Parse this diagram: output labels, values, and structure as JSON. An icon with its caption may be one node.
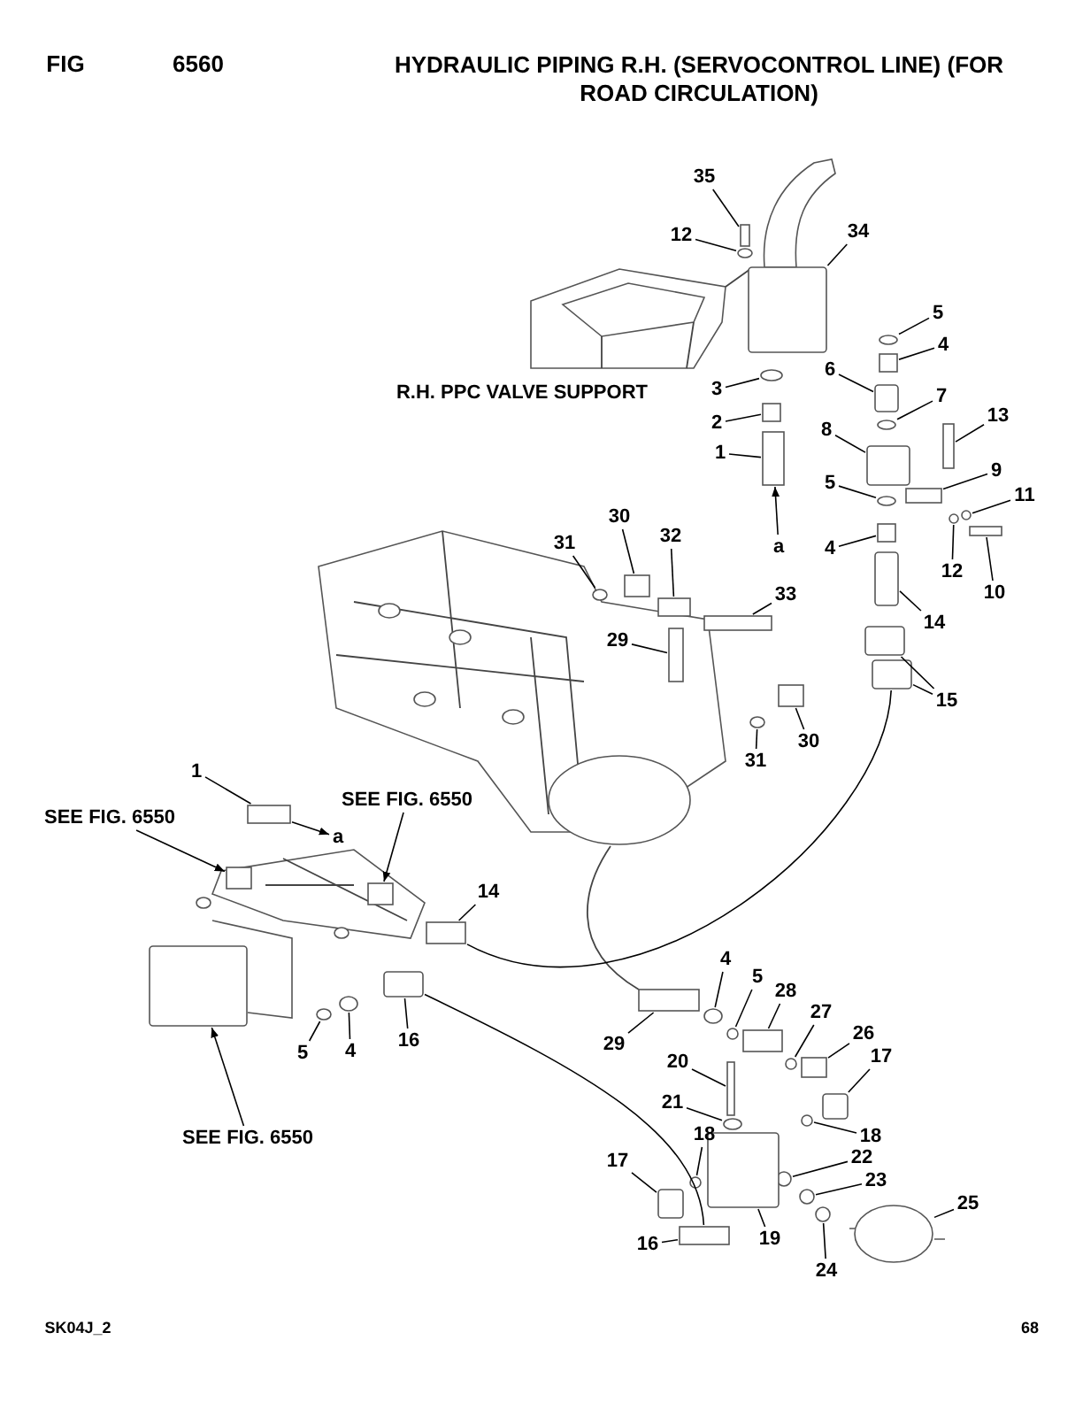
{
  "diagram": {
    "title": "HYDRAULIC PIPING R.H. (SERVOCONTROL LINE) (FOR ROAD CIRCULATION)",
    "nodes": [
      {
        "text": [
          "35"
        ]
      },
      {
        "text": [
          "12"
        ]
      },
      {
        "text": [
          "34"
        ]
      },
      {
        "text": [
          "5"
        ]
      },
      {
        "text": [
          "4"
        ]
      },
      {
        "text": [
          "6"
        ]
      },
      {
        "text": [
          "3"
        ]
      },
      {
        "text": [
          "7"
        ]
      },
      {
        "text": [
          "13"
        ]
      },
      {
        "text": [
          "2"
        ]
      },
      {
        "text": [
          "8"
        ]
      },
      {
        "text": [
          "1"
        ]
      },
      {
        "text": [
          "9"
        ]
      },
      {
        "text": [
          "5"
        ]
      },
      {
        "text": [
          "11"
        ]
      },
      {
        "text": [
          "30"
        ]
      },
      {
        "text": [
          "32"
        ]
      },
      {
        "text": [
          "31"
        ]
      },
      {
        "text": [
          "a"
        ]
      },
      {
        "text": [
          "4"
        ]
      },
      {
        "text": [
          "12"
        ]
      },
      {
        "text": [
          "10"
        ]
      },
      {
        "text": [
          "33"
        ]
      },
      {
        "text": [
          "14"
        ]
      },
      {
        "text": [
          "29"
        ]
      },
      {
        "text": [
          "15"
        ]
      },
      {
        "text": [
          "30"
        ]
      },
      {
        "text": [
          "31"
        ]
      },
      {
        "text": [
          "1"
        ]
      },
      {
        "text": [
          "SEE FIG. 6550"
        ]
      },
      {
        "text": [
          "SEE FIG. 6550"
        ]
      },
      {
        "text": [
          "a"
        ]
      },
      {
        "text": [
          "14"
        ]
      },
      {
        "text": [
          "4"
        ]
      },
      {
        "text": [
          "5"
        ]
      },
      {
        "text": [
          "28"
        ]
      },
      {
        "text": [
          "27"
        ]
      },
      {
        "text": [
          "26"
        ]
      },
      {
        "text": [
          "16"
        ]
      },
      {
        "text": [
          "29"
        ]
      },
      {
        "text": [
          "4"
        ]
      },
      {
        "text": [
          "5"
        ]
      },
      {
        "text": [
          "17"
        ]
      },
      {
        "text": [
          "20"
        ]
      },
      {
        "text": [
          "21"
        ]
      },
      {
        "text": [
          "18"
        ]
      },
      {
        "text": [
          "18"
        ]
      },
      {
        "text": [
          "SEE FIG. 6550"
        ]
      },
      {
        "text": [
          "17"
        ]
      },
      {
        "text": [
          "22"
        ]
      },
      {
        "text": [
          "23"
        ]
      },
      {
        "text": [
          "25"
        ]
      },
      {
        "text": [
          "19"
        ]
      },
      {
        "text": [
          "16"
        ]
      },
      {
        "text": [
          "24"
        ]
      },
      {
        "text": [],
        "shape": "box"
      },
      {
        "text": [],
        "shape": "circle"
      },
      {
        "text": [],
        "shape": "box"
      },
      {
        "text": [],
        "shape": "circle"
      },
      {
        "text": [],
        "shape": "box"
      },
      {
        "text": [],
        "shape": "box"
      },
      {
        "text": [],
        "shape": "circle"
      },
      {
        "text": [],
        "shape": "circle"
      },
      {
        "text": [],
        "shape": "box"
      },
      {
        "text": [],
        "shape": "box"
      },
      {
        "text": [],
        "shape": "box"
      },
      {
        "text": [],
        "shape": "box"
      },
      {
        "text": [],
        "shape": "box"
      },
      {
        "text": [],
        "shape": "circle"
      },
      {
        "text": [],
        "shape": "circle"
      },
      {
        "text": [],
        "shape": "box"
      },
      {
        "text": [],
        "shape": "box"
      },
      {
        "text": [],
        "shape": "circle"
      },
      {
        "text": [],
        "shape": "box"
      },
      {
        "text": [],
        "shape": "circle"
      },
      {
        "text": [],
        "shape": "box"
      },
      {
        "text": [],
        "shape": "box"
      },
      {
        "text": [],
        "shape": "box"
      },
      {
        "text": [],
        "shape": "box"
      },
      {
        "text": [],
        "shape": "box"
      },
      {
        "text": [],
        "shape": "box"
      },
      {
        "text": [],
        "shape": "box"
      },
      {
        "text": [],
        "shape": "circle"
      },
      {
        "text": [],
        "shape": "box"
      },
      {
        "text": [],
        "shape": "box"
      },
      {
        "text": [],
        "shape": "box"
      },
      {
        "text": [],
        "shape": "box"
      },
      {
        "text": [],
        "shape": "circle"
      },
      {
        "text": [],
        "shape": "circle"
      },
      {
        "text": [],
        "shape": "box"
      },
      {
        "text": [],
        "shape": "circle"
      },
      {
        "text": [],
        "shape": "box"
      },
      {
        "text": [],
        "shape": "box"
      },
      {
        "text": [],
        "shape": "box"
      },
      {
        "text": [],
        "shape": "circle"
      },
      {
        "text": [],
        "shape": "circle"
      },
      {
        "text": [],
        "shape": "box"
      },
      {
        "text": [],
        "shape": "box"
      },
      {
        "text": [],
        "shape": "circle"
      },
      {
        "text": [],
        "shape": "circle"
      },
      {
        "text": [],
        "shape": "circle"
      },
      {
        "text": [],
        "shape": "box"
      },
      {
        "text": [],
        "shape": "box"
      },
      {
        "text": [],
        "shape": "circle"
      },
      {
        "text": [],
        "shape": "circle"
      },
      {
        "text": [],
        "shape": "circle"
      },
      {
        "text": [],
        "shape": "box"
      },
      {
        "text": [],
        "shape": "box"
      },
      {
        "text": [],
        "shape": "circle"
      }
    ],
    "edges": [
      {
        "from": 0,
        "to": 55,
        "arrow": "none"
      },
      {
        "from": 1,
        "to": 56,
        "arrow": "none"
      },
      {
        "from": 2,
        "to": 57,
        "arrow": "none"
      },
      {
        "from": 3,
        "to": 58,
        "arrow": "none"
      },
      {
        "from": 4,
        "to": 59,
        "arrow": "none"
      },
      {
        "from": 5,
        "to": 60,
        "arrow": "none"
      },
      {
        "from": 6,
        "to": 61,
        "arrow": "none"
      },
      {
        "from": 7,
        "to": 62,
        "arrow": "none"
      },
      {
        "from": 8,
        "to": 63,
        "arrow": "none"
      },
      {
        "from": 9,
        "to": 64,
        "arrow": "none"
      },
      {
        "from": 10,
        "to": 65,
        "arrow": "none"
      },
      {
        "from": 11,
        "to": 66,
        "arrow": "none"
      },
      {
        "from": 12,
        "to": 67,
        "arrow": "none"
      },
      {
        "from": 13,
        "to": 68,
        "arrow": "none"
      },
      {
        "from": 14,
        "to": 69,
        "arrow": "none"
      },
      {
        "from": 15,
        "to": 70,
        "arrow": "none"
      },
      {
        "from": 16,
        "to": 71,
        "arrow": "none"
      },
      {
        "from": 17,
        "to": 72,
        "arrow": "none"
      },
      {
        "from": 18,
        "to": 66,
        "arrow": "to"
      },
      {
        "from": 19,
        "to": 73,
        "arrow": "none"
      },
      {
        "from": 20,
        "to": 74,
        "arrow": "none"
      },
      {
        "from": 21,
        "to": 75,
        "arrow": "none"
      },
      {
        "from": 22,
        "to": 76,
        "arrow": "none"
      },
      {
        "from": 23,
        "to": 77,
        "arrow": "none"
      },
      {
        "from": 24,
        "to": 78,
        "arrow": "none"
      },
      {
        "from": 25,
        "to": 79,
        "arrow": "none"
      },
      {
        "from": 25,
        "to": 80,
        "arrow": "none"
      },
      {
        "from": 26,
        "to": 81,
        "arrow": "none"
      },
      {
        "from": 27,
        "to": 82,
        "arrow": "none"
      },
      {
        "from": 28,
        "to": 83,
        "arrow": "none"
      },
      {
        "from": 29,
        "to": 84,
        "arrow": "to"
      },
      {
        "from": 30,
        "to": 85,
        "arrow": "to"
      },
      {
        "from": 83,
        "to": 31,
        "arrow": "to"
      },
      {
        "from": 32,
        "to": 86,
        "arrow": "none"
      },
      {
        "from": 33,
        "to": 87,
        "arrow": "none"
      },
      {
        "from": 34,
        "to": 88,
        "arrow": "none"
      },
      {
        "from": 35,
        "to": 89,
        "arrow": "none"
      },
      {
        "from": 36,
        "to": 90,
        "arrow": "none"
      },
      {
        "from": 37,
        "to": 91,
        "arrow": "none"
      },
      {
        "from": 38,
        "to": 92,
        "arrow": "none"
      },
      {
        "from": 39,
        "to": 93,
        "arrow": "none"
      },
      {
        "from": 40,
        "to": 94,
        "arrow": "none"
      },
      {
        "from": 41,
        "to": 95,
        "arrow": "none"
      },
      {
        "from": 42,
        "to": 96,
        "arrow": "none"
      },
      {
        "from": 43,
        "to": 97,
        "arrow": "none"
      },
      {
        "from": 44,
        "to": 98,
        "arrow": "none"
      },
      {
        "from": 45,
        "to": 99,
        "arrow": "none"
      },
      {
        "from": 46,
        "to": 100,
        "arrow": "none"
      },
      {
        "from": 47,
        "to": 101,
        "arrow": "to"
      },
      {
        "from": 48,
        "to": 102,
        "arrow": "none"
      },
      {
        "from": 49,
        "to": 103,
        "arrow": "none"
      },
      {
        "from": 50,
        "to": 104,
        "arrow": "none"
      },
      {
        "from": 51,
        "to": 105,
        "arrow": "none"
      },
      {
        "from": 52,
        "to": 106,
        "arrow": "none"
      },
      {
        "from": 53,
        "to": 107,
        "arrow": "none"
      },
      {
        "from": 54,
        "to": 108,
        "arrow": "none"
      },
      {
        "from": 86,
        "to": 80,
        "arrow": "none"
      },
      {
        "from": 92,
        "to": 107,
        "arrow": "none"
      }
    ],
    "labels": [
      "FIG",
      "6560",
      "R.H. PPC VALVE SUPPORT",
      "SK04J_2",
      "68"
    ]
  }
}
